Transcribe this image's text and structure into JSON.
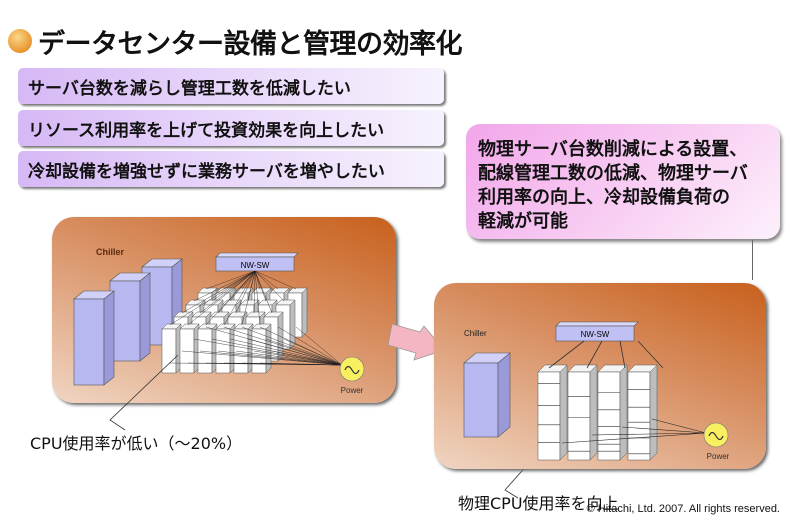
{
  "title": "データセンター設備と管理の効率化",
  "goals": [
    "サーバ台数を減らし管理工数を低減したい",
    "リソース利用率を上げて投資効果を向上したい",
    "冷却設備を増強せずに業務サーバを増やしたい"
  ],
  "callout": {
    "lines": [
      "物理サーバ台数削減による設置、",
      "配線管理工数の低減、物理サーバ",
      "利用率の向上、冷却設備負荷の",
      "軽減が可能"
    ]
  },
  "before": {
    "chiller_label": "Chiller",
    "switch_label": "NW-SW",
    "power_label": "Power",
    "annotation": "CPU使用率が低い（～20%）"
  },
  "after": {
    "chiller_label": "Chiller",
    "switch_label": "NW-SW",
    "power_label": "Power",
    "annotation": "物理CPU使用率を向上"
  },
  "copyright": "© Hitachi, Ltd. 2007. All rights reserved.",
  "colors": {
    "goal_bar": "#d6b8f5",
    "callout": "#f2a6ea",
    "panel": "#c8601c",
    "chiller": "#b8b8f0",
    "power": "#f8f060",
    "arrow": "#f4b6c2"
  }
}
